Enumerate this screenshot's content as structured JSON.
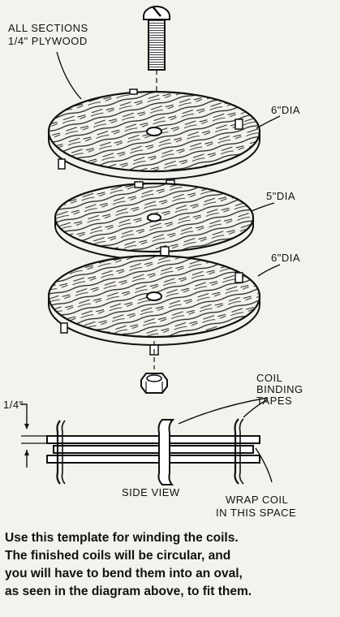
{
  "labels": {
    "material_line1": "ALL SECTIONS",
    "material_line2": "1/4\" PLYWOOD",
    "top_disc_dia": "6\"DIA",
    "middle_disc_dia": "5\"DIA",
    "bottom_disc_dia": "6\"DIA",
    "thickness": "1/4\"",
    "tapes_line1": "COIL",
    "tapes_line2": "BINDING",
    "tapes_line3": "TAPES",
    "side_view": "SIDE VIEW",
    "wrap_line1": "WRAP COIL",
    "wrap_line2": "IN THIS SPACE"
  },
  "caption": {
    "line1": "Use this template for winding the coils.",
    "line2": "The finished coils will be circular, and",
    "line3": "you will have to bend them into an oval,",
    "line4": "as seen in the diagram above, to fit them."
  },
  "colors": {
    "ink": "#111111",
    "paper": "#f4f2ec"
  }
}
